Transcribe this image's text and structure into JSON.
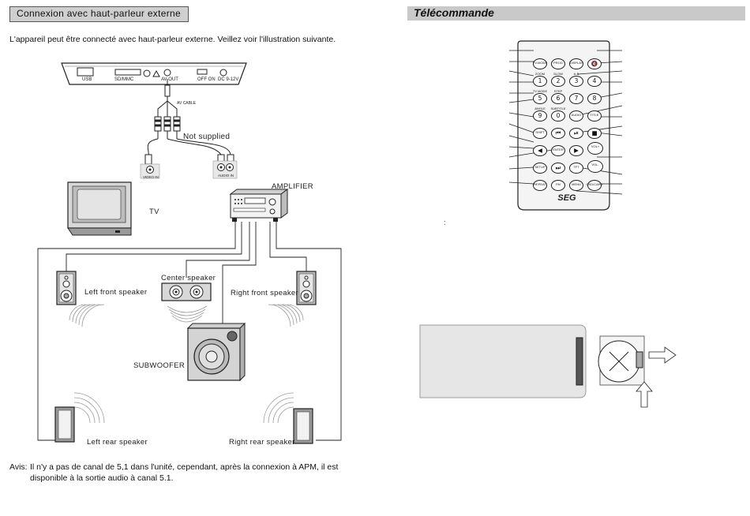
{
  "left_page": {
    "header": "Connexion avec haut-parleur externe",
    "intro": "L'appareil peut être connecté avec haut-parleur externe. Veillez voir l'illustration suivante.",
    "device_ports": [
      "USB",
      "SD/MMC",
      "AV OUT",
      "OFF ON",
      "DC 9-12V"
    ],
    "av_cable_label": "AV CABLE",
    "not_supplied": "Not supplied",
    "video_in_label": "VIDEO IN",
    "audio_in_label": "AUDIO IN",
    "tv_label": "TV",
    "amplifier_label": "AMPLIFIER",
    "speakers": {
      "left_front": "Left front speaker",
      "center": "Center speaker",
      "right_front": "Right front speaker",
      "subwoofer": "SUBWOOFER",
      "left_rear": "Left rear speaker",
      "right_rear": "Right rear speaker"
    },
    "note_label": "Avis:",
    "note_line1": "Il n'y a pas de canal de 5,1 dans l'unité, cependant, après la connexion à APM, il est",
    "note_line2": "disponible à la sortie audio à canal 5.1."
  },
  "right_page": {
    "header": "Télécommande",
    "remote_brand": "SEG",
    "colon": ":",
    "remote_buttons": [
      {
        "small": "TV-MODE",
        "main": "",
        "id": "tvmode"
      },
      {
        "small": "PROG",
        "main": "",
        "id": "prog"
      },
      {
        "small": "DISPLAY",
        "main": "",
        "id": "display"
      },
      {
        "small": "",
        "main": "",
        "id": "mute"
      },
      {
        "small": "ZOOM",
        "main": "1",
        "id": "b1"
      },
      {
        "small": "SLOW",
        "main": "2",
        "id": "b2"
      },
      {
        "small": "A-B",
        "main": "3",
        "id": "b3"
      },
      {
        "small": "",
        "main": "4",
        "id": "b4"
      },
      {
        "small": "TV MODE",
        "main": "5",
        "id": "b5"
      },
      {
        "small": "STEP",
        "main": "6",
        "id": "b6"
      },
      {
        "small": "",
        "main": "7",
        "id": "b7"
      },
      {
        "small": "",
        "main": "8",
        "id": "b8"
      },
      {
        "small": "ANGLE",
        "main": "9",
        "id": "b9"
      },
      {
        "small": "SUBTITLE",
        "main": "0",
        "id": "b0"
      },
      {
        "small": "AUDIO",
        "main": "",
        "id": "audio"
      },
      {
        "small": "TITLE",
        "main": "",
        "id": "title"
      },
      {
        "small": "SHIFT",
        "main": "",
        "id": "shift"
      },
      {
        "small": "",
        "main": "⏮",
        "id": "prev"
      },
      {
        "small": "",
        "main": "⏯",
        "id": "play"
      },
      {
        "small": "",
        "main": "■",
        "id": "stop"
      },
      {
        "small": "",
        "main": "◀",
        "id": "left"
      },
      {
        "small": "ENTER",
        "main": "",
        "id": "enter"
      },
      {
        "small": "",
        "main": "▶",
        "id": "right"
      },
      {
        "small": "VOL+",
        "main": "",
        "id": "volup"
      },
      {
        "small": "SETUP",
        "main": "",
        "id": "setup"
      },
      {
        "small": "",
        "main": "⏭",
        "id": "next"
      },
      {
        "small": "TFT",
        "main": "",
        "id": "tft"
      },
      {
        "small": "VOL-",
        "main": "",
        "id": "voldown"
      },
      {
        "small": "REPEAT",
        "main": "",
        "id": "repeat"
      },
      {
        "small": "FM",
        "main": "",
        "id": "fm"
      },
      {
        "small": "MENU",
        "main": "",
        "id": "menu"
      },
      {
        "small": "OSD/CARD",
        "main": "",
        "id": "osd"
      }
    ]
  }
}
